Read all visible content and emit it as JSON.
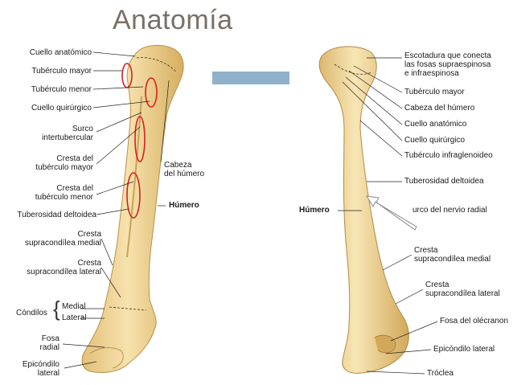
{
  "title": "Anatomía",
  "colors": {
    "bone": "#f0d79c",
    "bone_shade": "#d9b56a",
    "accent_bar": "#8fb1cc",
    "marker": "#d62020"
  },
  "left_labels": {
    "cuello_anatomico": "Cuello anatómico",
    "tuberculo_mayor": "Tubérculo mayor",
    "tuberculo_menor": "Tubérculo menor",
    "cuello_quirurgico": "Cuello quirúrgico",
    "surco_1": "Surco",
    "surco_2": "intertubercular",
    "cresta_mayor_1": "Cresta del",
    "cresta_mayor_2": "tubérculo mayor",
    "cresta_menor_1": "Cresta del",
    "cresta_menor_2": "tubérculo menor",
    "tuberosidad": "Tuberosidad deltoidea",
    "supra_medial_1": "Cresta",
    "supra_medial_2": "supracondílea medial",
    "supra_lateral_1": "Cresta",
    "supra_lateral_2": "supracondílea lateral",
    "condilos": "Cóndilos",
    "medial": "Medial",
    "lateral": "Lateral",
    "fosa_1": "Fosa",
    "fosa_2": "radial",
    "epicondilo_1": "Epicóndilo",
    "epicondilo_2": "lateral",
    "cabeza_1": "Cabeza",
    "cabeza_2": "del húmero",
    "humero": "Húmero"
  },
  "right_labels": {
    "escotadura_1": "Escotadura que conecta",
    "escotadura_2": "las fosas supraespinosa",
    "escotadura_3": "e infraespinosa",
    "tuberculo_mayor": "Tubérculo mayor",
    "cabeza": "Cabeza del húmero",
    "cuello_anatomico": "Cuello anatómico",
    "cuello_quirurgico": "Cuello quirúrgico",
    "infraglenoideo": "Tubérculo infraglenoideo",
    "tuberosidad": "Tuberosidad deltoidea",
    "surco_radial": "urco del nervio radial",
    "humero": "Húmero",
    "supra_medial_1": "Cresta",
    "supra_medial_2": "supracondílea medial",
    "supra_lateral_1": "Cresta",
    "supra_lateral_2": "supracondílea lateral",
    "fosa_olecranon": "Fosa del olécranon",
    "epicondilo_lateral": "Epicóndilo lateral",
    "troclea": "Tróclea"
  }
}
